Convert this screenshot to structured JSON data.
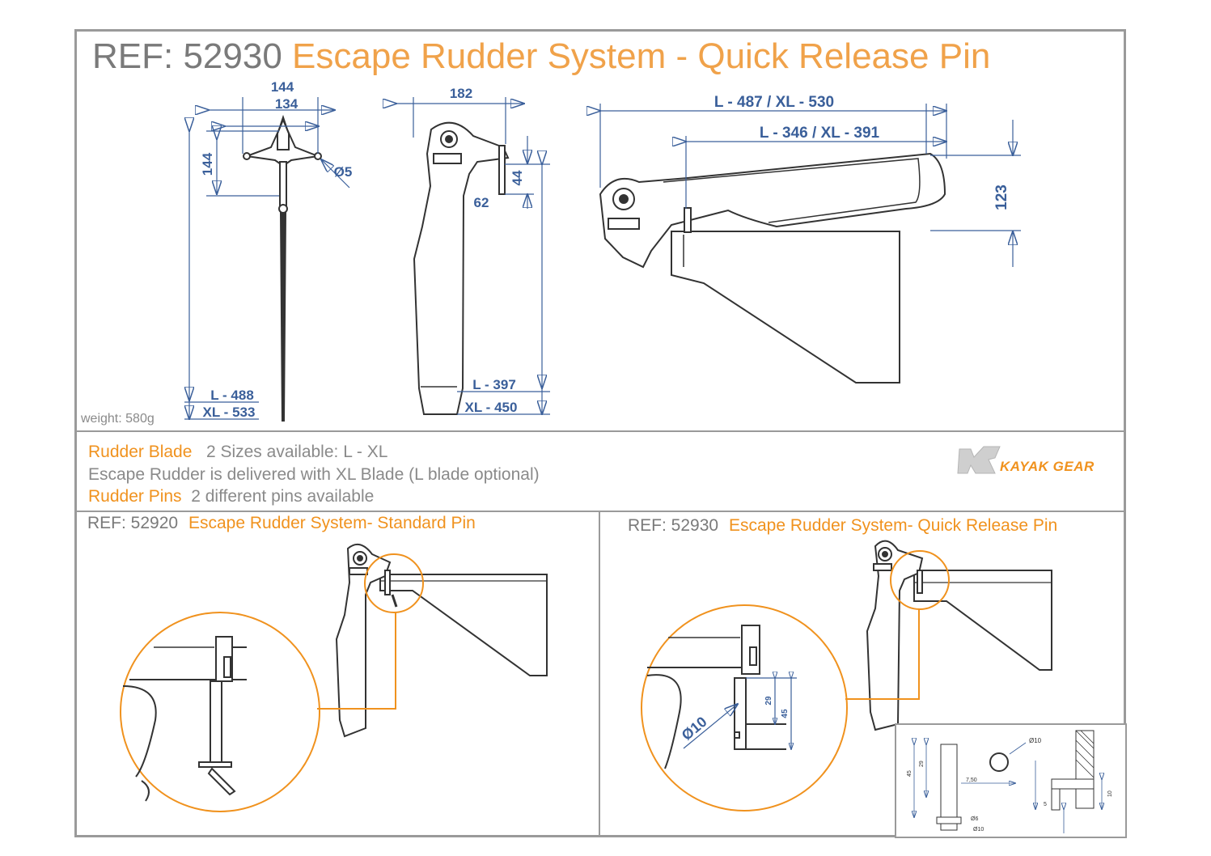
{
  "header": {
    "ref": "REF: 52930",
    "name": "Escape Rudder System - Quick Release Pin"
  },
  "weight": "weight: 580g",
  "dimensions": {
    "front_width_outer": "144",
    "front_width_inner": "134",
    "front_height": "144",
    "pin_diameter": "Ø5",
    "front_length_l": "L - 488",
    "front_length_xl": "XL - 533",
    "side_width": "182",
    "side_bracket_height": "44",
    "side_bracket_width": "62",
    "side_length_l": "L - 397",
    "side_length_xl": "XL - 450",
    "top_length_total": "L - 487 / XL - 530",
    "top_length_blade": "L - 346 / XL - 391",
    "top_height": "123"
  },
  "info": {
    "blade_label": "Rudder Blade",
    "blade_text": "2 Sizes available: L - XL",
    "delivery_text": "Escape Rudder is delivered with XL Blade (L blade optional)",
    "pins_label": "Rudder Pins",
    "pins_text": "2 different pins available"
  },
  "brand": {
    "logo": "KAYAK GEAR"
  },
  "standard_pin": {
    "ref": "REF: 52920",
    "name": "Escape Rudder System- Standard Pin"
  },
  "quick_pin": {
    "ref": "REF: 52930",
    "name": "Escape Rudder System- Quick Release Pin",
    "dim_diameter": "Ø10",
    "dim_29": "29",
    "dim_45": "45"
  },
  "detail_drawing": {
    "d_10": "Ø10",
    "d_45": "45",
    "d_29": "29",
    "d_750": "7,50",
    "d_6": "Ø6",
    "d_10b": "Ø10",
    "d_5": "5",
    "d_10c": "10"
  },
  "colors": {
    "accent": "#f0921e",
    "dimension": "#3a5f9a",
    "frame": "#9a9a9a"
  }
}
